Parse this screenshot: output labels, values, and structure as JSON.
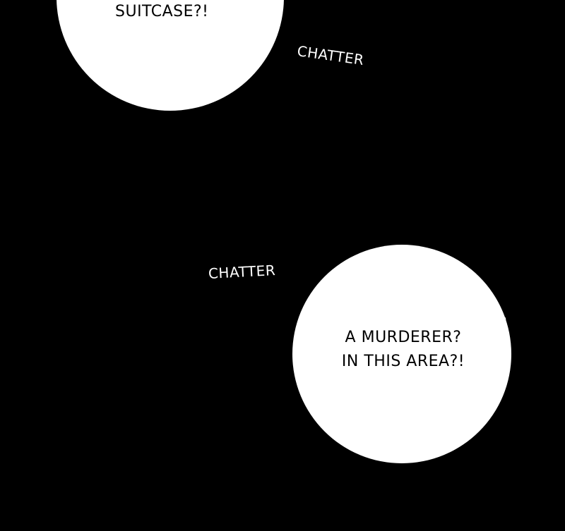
{
  "bubbles": [
    {
      "lines": [
        "SUITCASE?!"
      ]
    },
    {
      "lines": [
        "A MURDERER?",
        "IN THIS AREA?!"
      ]
    }
  ],
  "sfx": [
    "CHATTER",
    "CHATTER"
  ],
  "colors": {
    "background": "#000000",
    "bubble": "#ffffff",
    "text": "#000000"
  }
}
